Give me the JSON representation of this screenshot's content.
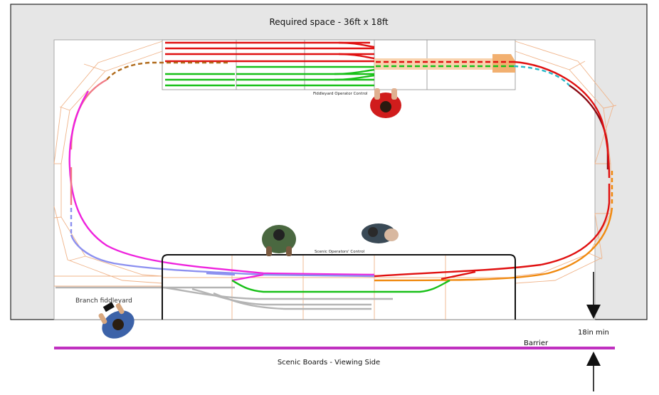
{
  "labels": {
    "required_space": "Required space - 36ft x 18ft",
    "fiddleyard_control": "Fiddleyard Operator Control",
    "scenic_control": "Scenic Operators' Control",
    "branch_fiddleyard": "Branch fiddleyard",
    "clearance": "18in min",
    "barrier": "Barrier",
    "viewing_side": "Scenic Boards - Viewing Side"
  },
  "colors": {
    "room": "#e6e6e6",
    "baseboard": "#ffffff",
    "board_outline": "#f0b48a",
    "red_track": "#e01010",
    "dark_red_track": "#8b0a14",
    "green_track": "#18c018",
    "magenta_track": "#ee22dd",
    "pink_track": "#f07a84",
    "blue_track": "#8c90f0",
    "orange_track": "#f08a10",
    "brown_track": "#b06a1a",
    "teal_track": "#28b8c8",
    "grey_track": "#b4b4b4",
    "barrier": "#c030c0"
  },
  "icons": [
    "operator-figure-icon",
    "arrow-down-icon",
    "arrow-up-icon"
  ]
}
